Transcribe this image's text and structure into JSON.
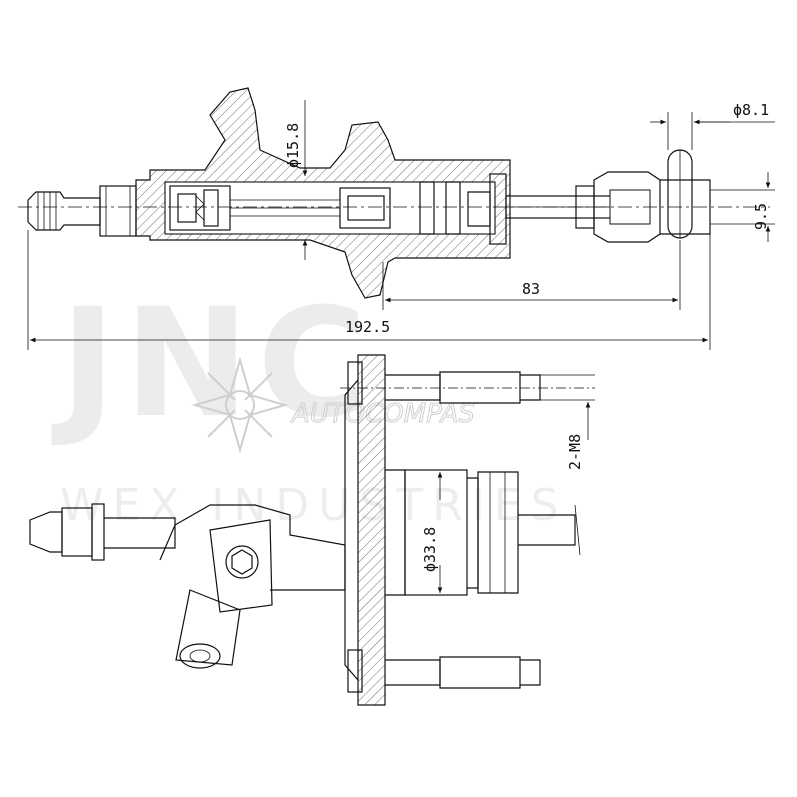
{
  "watermark": {
    "main": "JNC",
    "company": "WEX INDUSTRIES",
    "logo": "AUTOCOMPAS"
  },
  "dimensions": {
    "bore_diameter": "ϕ15.8",
    "rod_diameter": "ϕ8.1",
    "clevis_width": "9.5",
    "stroke_length": "83",
    "overall_length": "192.5",
    "mount_bolts": "2-M8",
    "body_diameter": "ϕ33.8"
  }
}
